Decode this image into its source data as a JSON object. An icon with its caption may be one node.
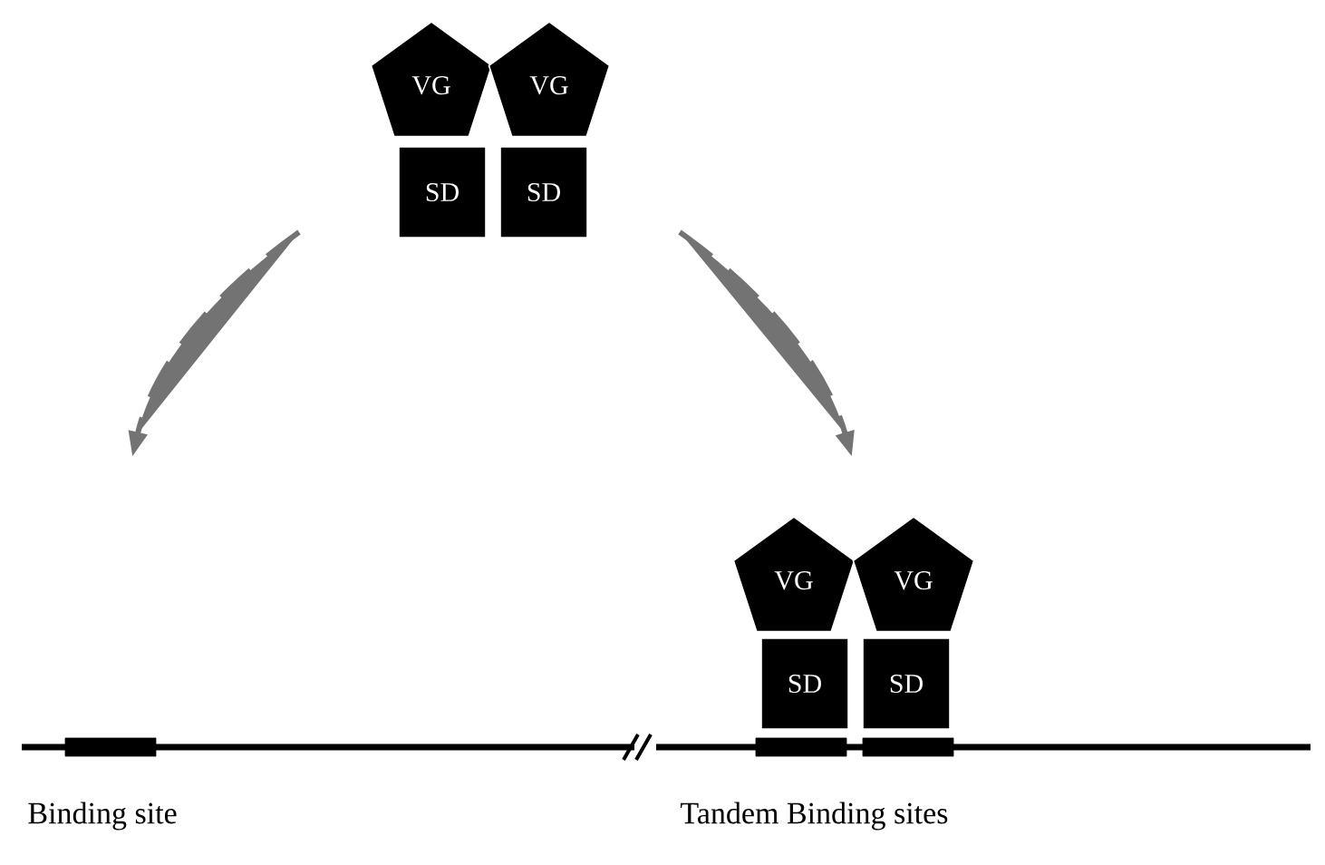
{
  "diagram": {
    "nodes": [
      {
        "text": [
          "VG"
        ]
      },
      {
        "text": [
          "VG"
        ]
      },
      {
        "text": [
          "SD"
        ]
      },
      {
        "text": [
          "SD"
        ]
      },
      {
        "text": [
          "VG"
        ]
      },
      {
        "text": [
          "VG"
        ]
      },
      {
        "text": [
          "SD"
        ]
      },
      {
        "text": [
          "SD"
        ]
      },
      {
        "text": [],
        "shape": "bar"
      },
      {
        "text": [],
        "shape": "bar"
      },
      {
        "text": [],
        "shape": "bar"
      }
    ],
    "labels": [
      "Binding site",
      "Tandem Binding sites"
    ]
  }
}
